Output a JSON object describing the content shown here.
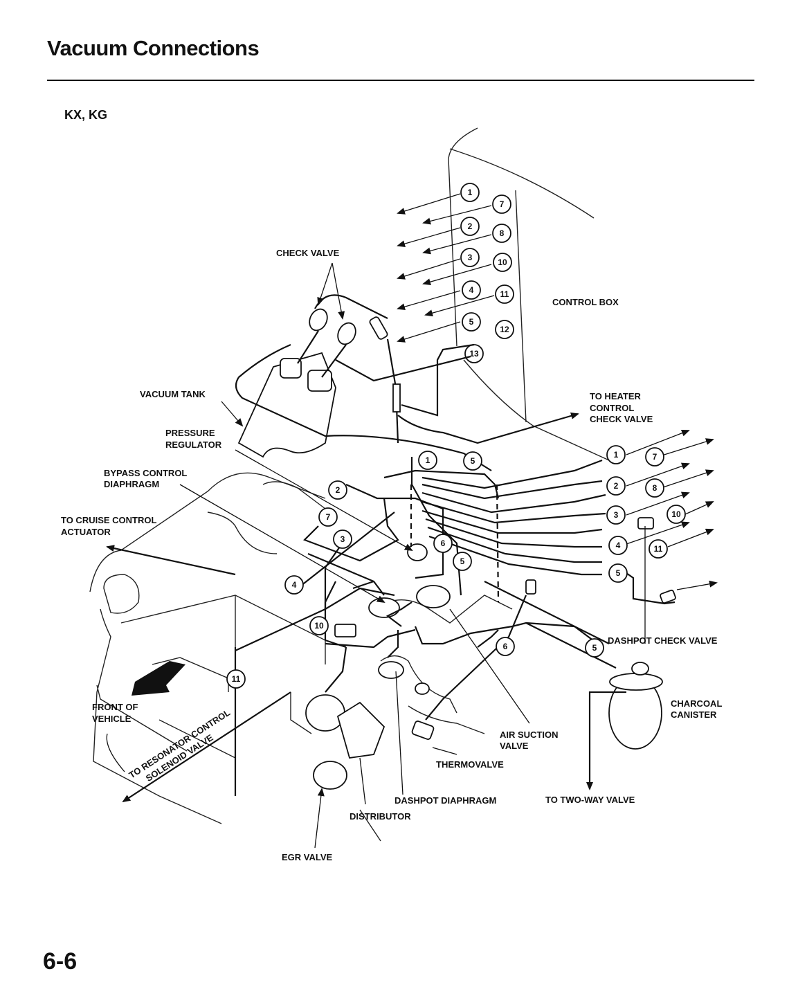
{
  "header": {
    "title": "Vacuum Connections",
    "model": "KX, KG"
  },
  "page_number": "6-6",
  "labels": {
    "check_valve": "CHECK VALVE",
    "control_box": "CONTROL BOX",
    "vacuum_tank": "VACUUM TANK",
    "pressure_regulator": [
      "PRESSURE",
      "REGULATOR"
    ],
    "to_heater": [
      "TO HEATER",
      "CONTROL",
      "CHECK VALVE"
    ],
    "bypass_control": [
      "BYPASS CONTROL",
      "DIAPHRAGM"
    ],
    "to_cruise": [
      "TO CRUISE CONTROL",
      "ACTUATOR"
    ],
    "dashpot_check_valve": "DASHPOT CHECK VALVE",
    "charcoal_canister": [
      "CHARCOAL",
      "CANISTER"
    ],
    "front_of_vehicle": [
      "FRONT OF",
      "VEHICLE"
    ],
    "to_resonator": [
      "TO RESONATOR CONTROL",
      "SOLENOID VALVE"
    ],
    "air_suction": [
      "AIR SUCTION",
      "VALVE"
    ],
    "thermovalve": "THERMOVALVE",
    "dashpot_diaphragm": "DASHPOT DIAPHRAGM",
    "to_two_way": "TO TWO-WAY VALVE",
    "distributor": "DISTRIBUTOR",
    "egr_valve": "EGR VALVE"
  },
  "port_numbers": {
    "control_box_left": [
      "1",
      "2",
      "3",
      "4",
      "5",
      "13"
    ],
    "control_box_right": [
      "7",
      "8",
      "10",
      "11",
      "12"
    ],
    "right_bank_left": [
      "1",
      "2",
      "3",
      "4",
      "5"
    ],
    "right_bank_right": [
      "7",
      "8",
      "10",
      "11"
    ],
    "engine_1": "1",
    "engine_5": "5",
    "engine_2": "2",
    "engine_7": "7",
    "engine_3": "3",
    "engine_6": "6",
    "engine_5b": "5",
    "engine_4": "4",
    "engine_10": "10",
    "engine_11": "11",
    "engine_6b": "6",
    "engine_5c": "5"
  }
}
